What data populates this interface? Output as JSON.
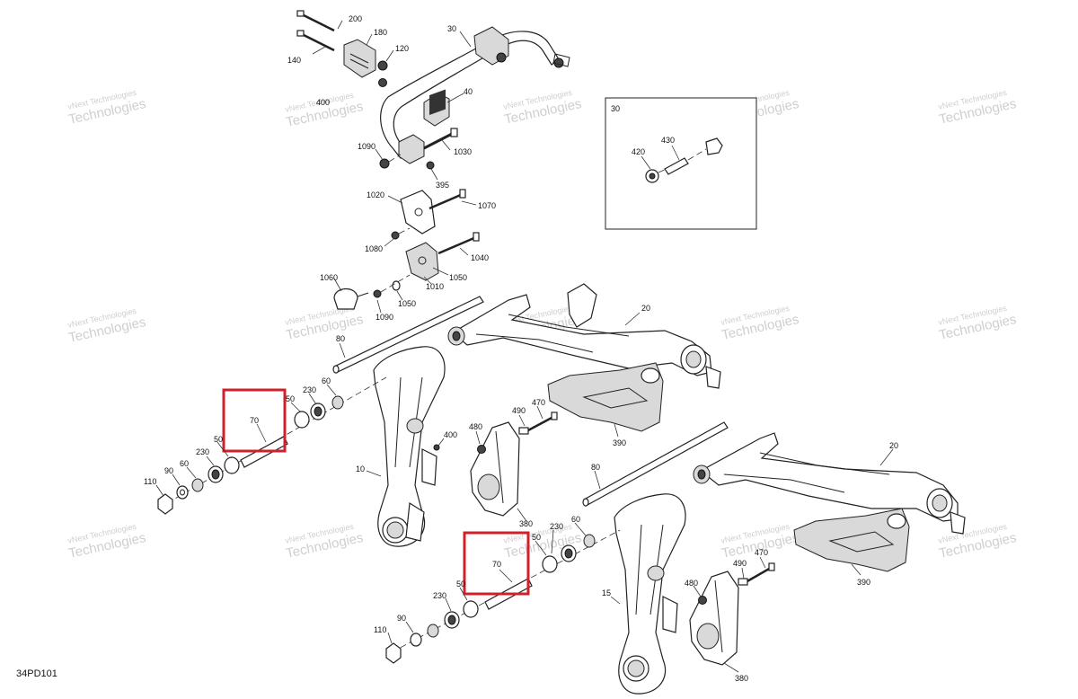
{
  "diagram_ref": "34PD101",
  "watermark": {
    "line1": "vNext Technologies",
    "line2": "Technologies"
  },
  "highlight_color": "#d0202a",
  "inset": {
    "title": "30",
    "labels": [
      "420",
      "430"
    ]
  },
  "callouts": [
    "200",
    "180",
    "120",
    "140",
    "30",
    "400",
    "40",
    "1090",
    "1030",
    "395",
    "1070",
    "1020",
    "1080",
    "1040",
    "1050",
    "1010",
    "1060",
    "1050",
    "1090",
    "20",
    "80",
    "50",
    "230",
    "60",
    "70",
    "50",
    "230",
    "60",
    "110",
    "90",
    "470",
    "490",
    "480",
    "400",
    "10",
    "390",
    "20",
    "80",
    "380",
    "230",
    "60",
    "50",
    "70",
    "50",
    "230",
    "90",
    "110",
    "15",
    "470",
    "490",
    "480",
    "390",
    "380"
  ]
}
